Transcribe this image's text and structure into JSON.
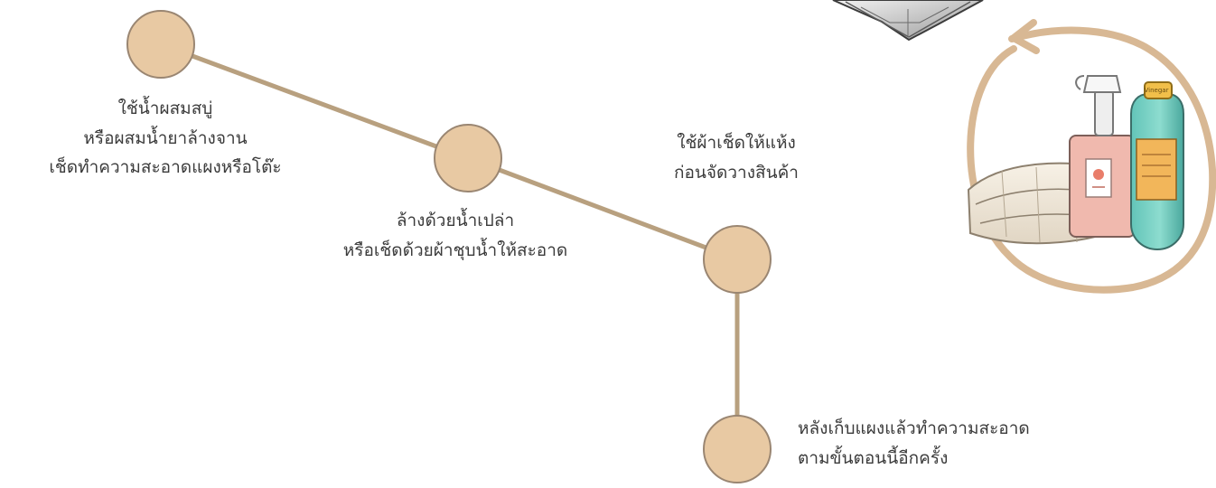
{
  "steps": [
    {
      "id": 1,
      "lines": [
        "ใช้น้ำผสมสบู่",
        "หรือผสมน้ำยาล้างจาน",
        "เช็ดทำความสะอาดแผงหรือโต๊ะ"
      ]
    },
    {
      "id": 2,
      "lines": [
        "ล้างด้วยน้ำเปล่า",
        "หรือเช็ดด้วยผ้าชุบน้ำให้สะอาด"
      ]
    },
    {
      "id": 3,
      "lines": [
        "ใช้ผ้าเช็ดให้แห้ง",
        "ก่อนจัดวางสินค้า"
      ]
    },
    {
      "id": 4,
      "lines": [
        "หลังเก็บแผงแล้วทำความสะอาด",
        "ตามขั้นตอนนี้อีกครั้ง"
      ]
    }
  ],
  "illustration": {
    "subject": "cleaning-supplies-icon",
    "bottle_label": "Vinegar"
  },
  "colors": {
    "node_fill": "#e8c9a3",
    "node_stroke": "#9a8672",
    "connector": "#b8a07f",
    "cycle_arrow": "#d8b894",
    "text": "#3b3b3b"
  }
}
